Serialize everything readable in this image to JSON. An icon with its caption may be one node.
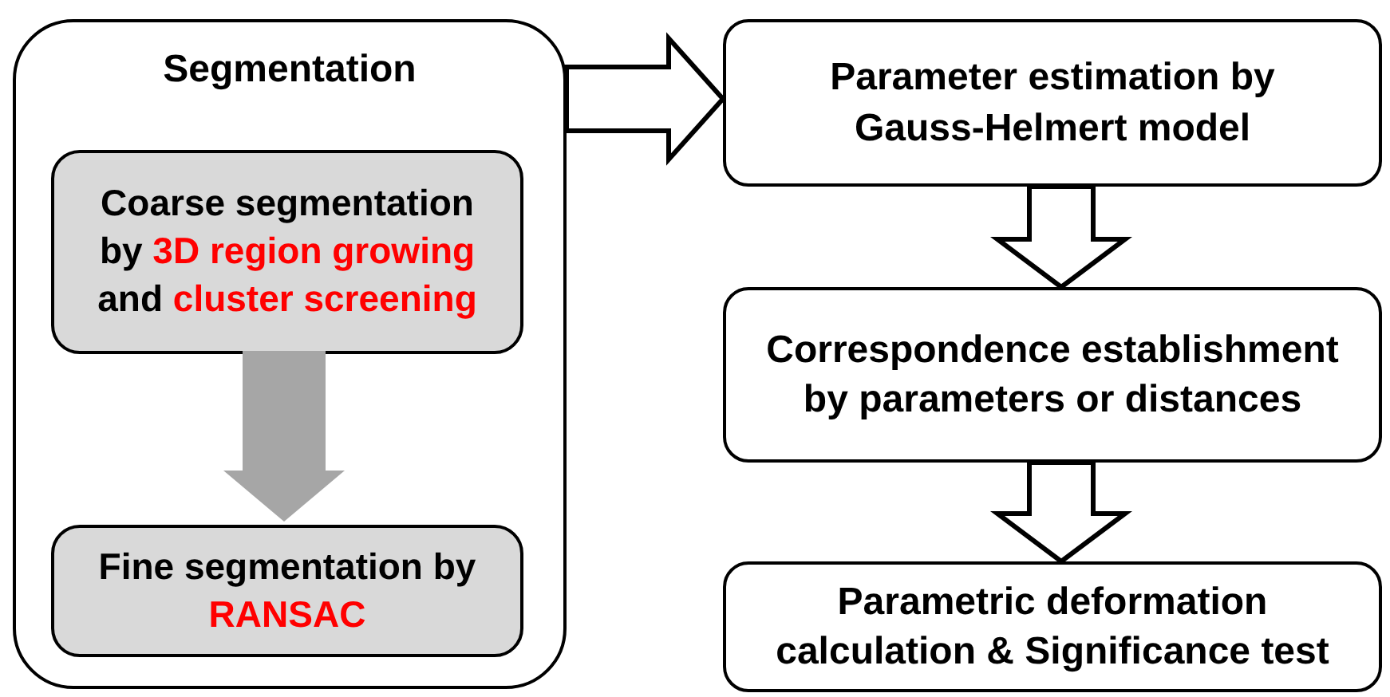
{
  "diagram": {
    "nodes": [
      {
        "text": [
          "Segmentation"
        ]
      },
      {
        "text": [
          "Coarse segmentation by *3D region growing* and *cluster screening*"
        ],
        "in": 0
      },
      {
        "text": [
          "Fine segmentation by *RANSAC*"
        ],
        "in": 0
      },
      {
        "text": [
          "Parameter estimation by Gauss-Helmert model"
        ]
      },
      {
        "text": [
          "Correspondence establishment by parameters or distances"
        ]
      },
      {
        "text": [
          "Parametric deformation calculation & Significance test"
        ]
      }
    ],
    "edges": [
      {
        "from": 0,
        "to": 3,
        "arrow": "to"
      },
      {
        "from": 1,
        "to": 2,
        "arrow": "to",
        "color": "#a6a6a6"
      },
      {
        "from": 3,
        "to": 4,
        "arrow": "to"
      },
      {
        "from": 4,
        "to": 5,
        "arrow": "to"
      }
    ]
  }
}
